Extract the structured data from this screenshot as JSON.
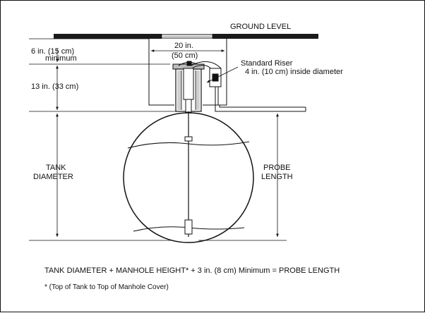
{
  "labels": {
    "ground_level": "GROUND LEVEL",
    "manhole_width": "20 in.",
    "manhole_width_metric": "(50 cm)",
    "min_clearance": "6 in. (15 cm)",
    "min_clearance_note": "minimum",
    "riser_height": "13 in. (33 cm)",
    "riser_title": "Standard Riser",
    "riser_diameter": "4 in. (10 cm) inside diameter",
    "tank_line1": "TANK",
    "tank_line2": "DIAMETER",
    "probe_line1": "PROBE",
    "probe_line2": "LENGTH"
  },
  "formula": "TANK DIAMETER + MANHOLE HEIGHT* + 3 in. (8 cm) Minimum = PROBE LENGTH",
  "footnote": "* (Top of Tank to Top of Manhole Cover)",
  "colors": {
    "line": "#111111",
    "ground": "#1a1a1a",
    "hatch": "#cfcfcf"
  }
}
